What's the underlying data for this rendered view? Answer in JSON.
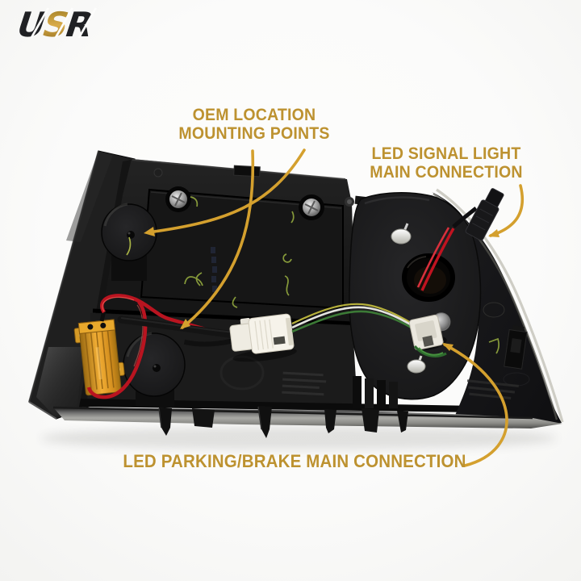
{
  "image_type": "annotated automotive tail light product photo",
  "logo": {
    "text": "USR",
    "letters": [
      "U",
      "S",
      "R"
    ]
  },
  "annotations": {
    "oem_mounting": {
      "line1": "OEM LOCATION",
      "line2": "MOUNTING POINTS"
    },
    "led_signal": {
      "line1": "LED SIGNAL LIGHT",
      "line2": "MAIN CONNECTION"
    },
    "led_parking_brake": {
      "text": "LED PARKING/BRAKE MAIN CONNECTION"
    }
  },
  "colors": {
    "background": "#fcfcfb",
    "annotation_text_gold": "#bd9230",
    "arrow_gold": "#d4a02e",
    "logo_black": "#202124",
    "logo_gold": "#c59a3d",
    "housing_black": "#161616",
    "resistor_orange": "#e8a42c",
    "wire_red": "#c01320",
    "wire_green": "#3c7a36",
    "wire_yellow": "#b7b13c",
    "connector_white": "#f2efe6"
  }
}
